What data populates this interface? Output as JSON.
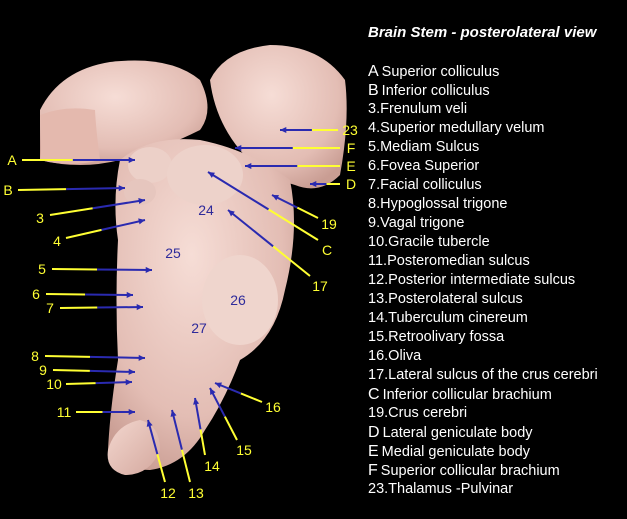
{
  "title": "Brain Stem - posterolateral view",
  "legend": [
    {
      "key": "A",
      "text": "Superior colliculus",
      "letter": true
    },
    {
      "key": "B",
      "text": "Inferior colliculus",
      "letter": true
    },
    {
      "key": "3.",
      "text": "Frenulum veli"
    },
    {
      "key": "4.",
      "text": "Superior medullary velum"
    },
    {
      "key": "5.",
      "text": "Mediam Sulcus"
    },
    {
      "key": "6.",
      "text": "Fovea Superior"
    },
    {
      "key": "7.",
      "text": "Facial colliculus"
    },
    {
      "key": "8.",
      "text": "Hypoglossal trigone"
    },
    {
      "key": "9.",
      "text": "Vagal trigone"
    },
    {
      "key": "10.",
      "text": "Gracile tubercle"
    },
    {
      "key": "11.",
      "text": "Posteromedian sulcus"
    },
    {
      "key": "12.",
      "text": "Posterior intermediate sulcus"
    },
    {
      "key": "13.",
      "text": "Posterolateral sulcus"
    },
    {
      "key": "14.",
      "text": "Tuberculum cinereum"
    },
    {
      "key": "15.",
      "text": "Retroolivary fossa"
    },
    {
      "key": "16.",
      "text": "Oliva"
    },
    {
      "key": "17.",
      "text": "Lateral sulcus of the crus cerebri"
    },
    {
      "key": "C",
      "text": "Inferior collicular brachium",
      "letter": true
    },
    {
      "key": "19.",
      "text": "Crus cerebri"
    },
    {
      "key": "D",
      "text": "Lateral geniculate body",
      "letter": true
    },
    {
      "key": "E",
      "text": "Medial geniculate body",
      "letter": true
    },
    {
      "key": "F",
      "text": "Superior collicular brachium",
      "letter": true
    },
    {
      "key": "23.",
      "text": "Thalamus -Pulvinar"
    }
  ],
  "figure_labels": [
    "A",
    "B",
    "3",
    "4",
    "5",
    "6",
    "7",
    "8",
    "9",
    "10",
    "11",
    "12",
    "13",
    "14",
    "15",
    "16",
    "17",
    "C",
    "19",
    "D",
    "E",
    "F",
    "23"
  ],
  "region_labels": [
    "24",
    "25",
    "26",
    "27"
  ],
  "colors": {
    "label": "#ffff33",
    "arrow": "#2a2ab0",
    "region": "#2e2a9a",
    "tissue": "#e9c9c1"
  }
}
